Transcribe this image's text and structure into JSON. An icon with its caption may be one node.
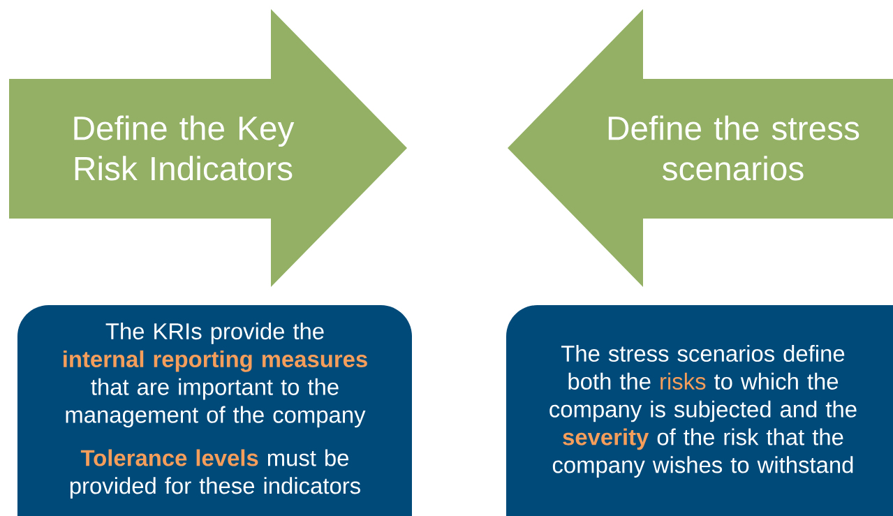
{
  "diagram": {
    "nodes": [
      {
        "text": [
          "Define the Key Risk Indicators"
        ]
      },
      {
        "text": [
          "Define the stress scenarios"
        ]
      },
      {
        "text": [
          "The KRIs provide the **internal reporting measures** that are important to the management of the company",
          "**Tolerance levels** must be provided for these indicators"
        ]
      },
      {
        "text": [
          "The stress scenarios define both the *risks* to which the company is subjected and the **severity** of the risk that the company wishes to withstand"
        ]
      }
    ]
  }
}
